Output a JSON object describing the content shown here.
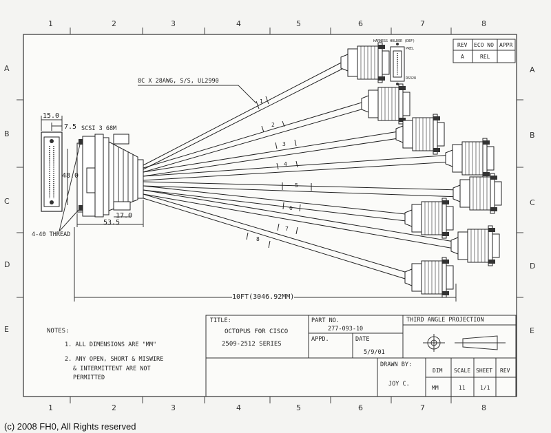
{
  "revision_block": {
    "headers": [
      "REV",
      "ECO NO",
      "APPR"
    ],
    "values": [
      "A",
      "REL",
      ""
    ]
  },
  "zone_columns": [
    "1",
    "2",
    "3",
    "4",
    "5",
    "6",
    "7",
    "8"
  ],
  "zone_rows": [
    "A",
    "B",
    "C",
    "D",
    "E"
  ],
  "drawing": {
    "cable_spec": "8C X 28AWG, S/S, UL2990",
    "connector_label": "SCSI 3 68M",
    "thread_label": "4-40 THREAD",
    "dim_width": "15.0",
    "dim_offset": "7.5",
    "dim_height": "48.0",
    "dim_body": "53.5",
    "dim_boot": "17.0",
    "length_label": "10FT(3046.92MM)",
    "jack_note": "HARNESS HOLDER (DEF)",
    "jack_side_label": "PREL",
    "jack_bottom_label": "RS328",
    "branch_numbers": [
      "1",
      "2",
      "3",
      "4",
      "5",
      "6",
      "7",
      "8"
    ]
  },
  "notes": {
    "heading": "NOTES:",
    "item1": "1. ALL DIMENSIONS ARE \"MM\"",
    "item2_line1": "2. ANY OPEN, SHORT & MISWIRE",
    "item2_line2": "& INTERMITTENT ARE NOT",
    "item2_line3": "PERMITTED"
  },
  "title_block": {
    "title_label": "TITLE:",
    "title_line1": "OCTOPUS FOR CISCO",
    "title_line2": "2509-2512 SERIES",
    "part_no_label": "PART NO.",
    "part_no": "277-093-10",
    "appd_label": "APPD.",
    "date_label": "DATE",
    "date": "5/9/01",
    "projection": "THIRD ANGLE PROJECTION",
    "drawn_by_label": "DRAWN BY:",
    "drawn_by": "JOY C.",
    "dim_label": "DIM",
    "dim_value": "MM",
    "scale_label": "SCALE",
    "scale_value": "11",
    "sheet_label": "SHEET",
    "sheet_value": "1/1",
    "rev_label": "REV"
  },
  "copyright": "(c) 2008 FH0, All Rights reserved"
}
